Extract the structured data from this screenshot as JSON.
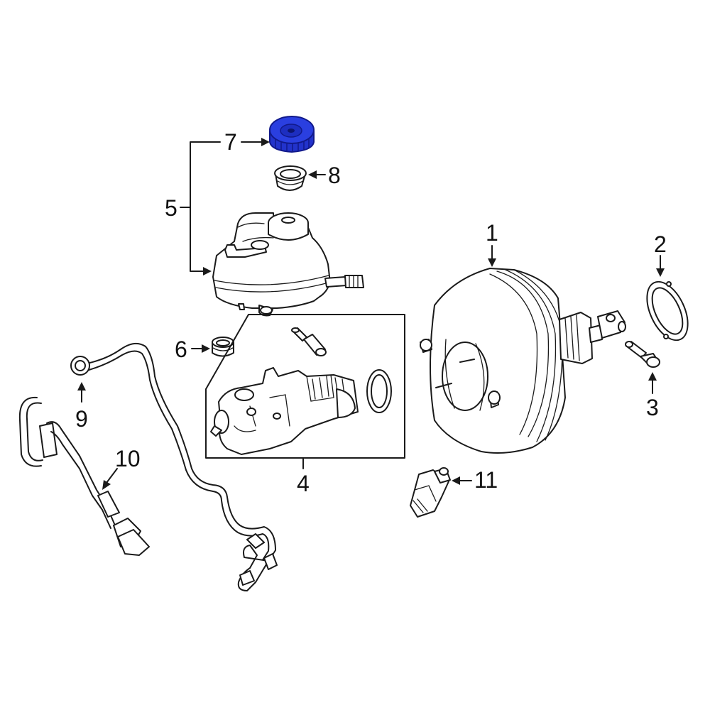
{
  "callouts": [
    {
      "id": "1",
      "text": "1"
    },
    {
      "id": "2",
      "text": "2"
    },
    {
      "id": "3",
      "text": "3"
    },
    {
      "id": "4",
      "text": "4"
    },
    {
      "id": "5",
      "text": "5"
    },
    {
      "id": "6",
      "text": "6"
    },
    {
      "id": "7",
      "text": "7"
    },
    {
      "id": "8",
      "text": "8"
    },
    {
      "id": "9",
      "text": "9"
    },
    {
      "id": "10",
      "text": "10"
    },
    {
      "id": "11",
      "text": "11"
    }
  ],
  "highlight": {
    "part": "7",
    "color": "#2233cc",
    "dark": "#11198a"
  },
  "colors": {
    "line": "#1a1a1a",
    "background": "#ffffff"
  }
}
